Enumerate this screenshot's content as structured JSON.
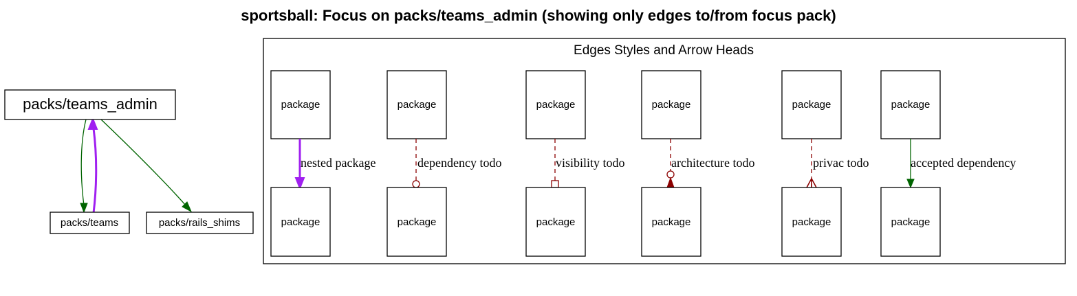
{
  "title": "sportsball: Focus on packs/teams_admin (showing only edges to/from focus pack)",
  "focus_graph": {
    "nodes": {
      "teams_admin": "packs/teams_admin",
      "teams": "packs/teams",
      "rails_shims": "packs/rails_shims"
    },
    "edges": [
      {
        "from": "packs/teams_admin",
        "to": "packs/teams",
        "kind": "accepted dependency"
      },
      {
        "from": "packs/teams",
        "to": "packs/teams_admin",
        "kind": "nested package"
      },
      {
        "from": "packs/teams_admin",
        "to": "packs/rails_shims",
        "kind": "accepted dependency"
      }
    ]
  },
  "legend": {
    "title": "Edges Styles and Arrow Heads",
    "node_label": "package",
    "entries": [
      {
        "label": "nested package",
        "color": "#a020f0",
        "style": "bold",
        "arrowhead": "normal"
      },
      {
        "label": "dependency todo",
        "color": "#8b0000",
        "style": "dashed",
        "arrowhead": "odot"
      },
      {
        "label": "visibility todo",
        "color": "#8b0000",
        "style": "dashed",
        "arrowhead": "obox"
      },
      {
        "label": "architecture todo",
        "color": "#8b0000",
        "style": "dashed",
        "arrowhead": "invodot"
      },
      {
        "label": "privac todo",
        "color": "#8b0000",
        "style": "dashed",
        "arrowhead": "crow"
      },
      {
        "label": "accepted dependency",
        "color": "#006400",
        "style": "solid",
        "arrowhead": "normal"
      }
    ]
  },
  "colors": {
    "nested": "#a020f0",
    "todo": "#8b0000",
    "accepted": "#006400"
  }
}
